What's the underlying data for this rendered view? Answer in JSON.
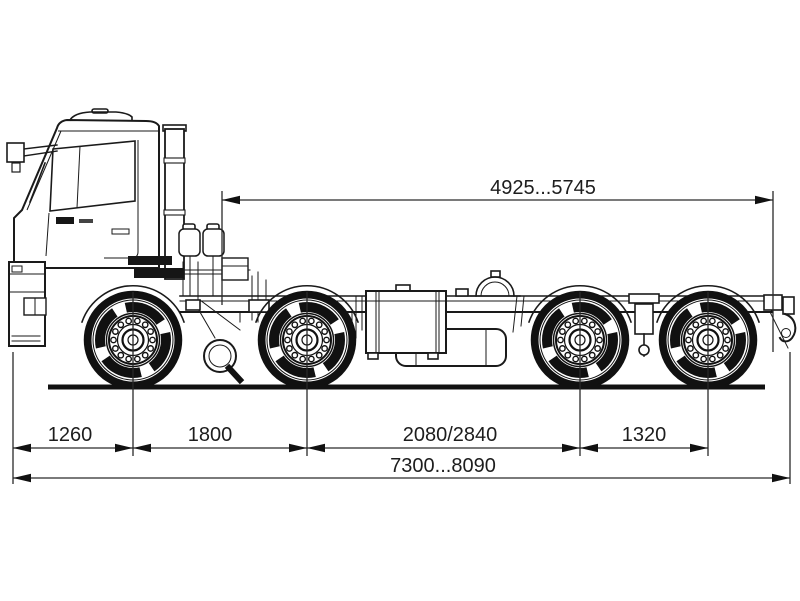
{
  "meta": {
    "type": "technical-dimensional-drawing",
    "subject": "four-axle truck chassis, side view"
  },
  "dims": {
    "rear_span": "4925...5745",
    "front_overhang": "1260",
    "axle1_to_axle2": "1800",
    "axle2_to_axle3": "2080/2840",
    "axle3_to_axle4": "1320",
    "overall_length": "7300...8090"
  },
  "colors": {
    "line": "#1a1a1a",
    "background": "#ffffff",
    "dimension_text": "#1d1d1d"
  }
}
